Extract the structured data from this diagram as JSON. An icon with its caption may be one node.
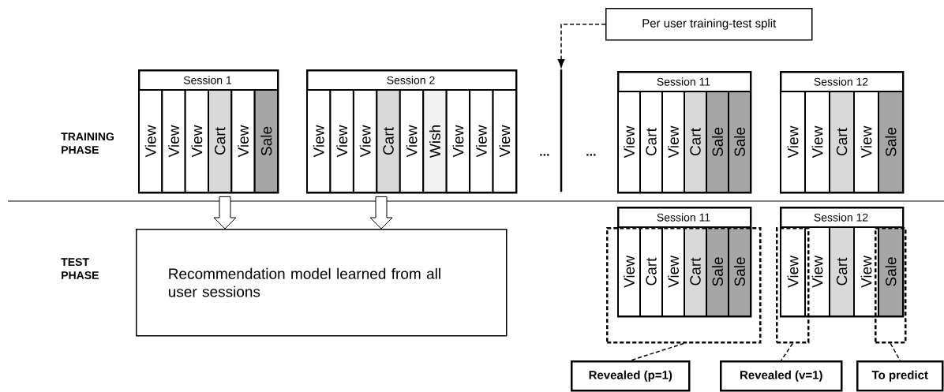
{
  "diagram": {
    "nodes": [
      {
        "text": [
          "Per user training-test split"
        ]
      },
      {
        "text": [],
        "shape": "bar"
      },
      {
        "text": [
          "Session 1"
        ]
      },
      {
        "text": [
          "View"
        ],
        "in": 2
      },
      {
        "text": [
          "View"
        ],
        "in": 2
      },
      {
        "text": [
          "View"
        ],
        "in": 2
      },
      {
        "text": [
          "Cart"
        ],
        "in": 2
      },
      {
        "text": [
          "View"
        ],
        "in": 2
      },
      {
        "text": [
          "Sale"
        ],
        "in": 2
      },
      {
        "text": [
          "Session 2"
        ]
      },
      {
        "text": [
          "View"
        ],
        "in": 9
      },
      {
        "text": [
          "View"
        ],
        "in": 9
      },
      {
        "text": [
          "View"
        ],
        "in": 9
      },
      {
        "text": [
          "Cart"
        ],
        "in": 9
      },
      {
        "text": [
          "View"
        ],
        "in": 9
      },
      {
        "text": [
          "Wish"
        ],
        "in": 9
      },
      {
        "text": [
          "View"
        ],
        "in": 9
      },
      {
        "text": [
          "View"
        ],
        "in": 9
      },
      {
        "text": [
          "View"
        ],
        "in": 9
      },
      {
        "text": [
          "Session 11"
        ]
      },
      {
        "text": [
          "View"
        ],
        "in": 19
      },
      {
        "text": [
          "Cart"
        ],
        "in": 19
      },
      {
        "text": [
          "View"
        ],
        "in": 19
      },
      {
        "text": [
          "Cart"
        ],
        "in": 19
      },
      {
        "text": [
          "Sale"
        ],
        "in": 19
      },
      {
        "text": [
          "Sale"
        ],
        "in": 19
      },
      {
        "text": [
          "Session 12"
        ]
      },
      {
        "text": [
          "View"
        ],
        "in": 26
      },
      {
        "text": [
          "View"
        ],
        "in": 26
      },
      {
        "text": [
          "Cart"
        ],
        "in": 26
      },
      {
        "text": [
          "View"
        ],
        "in": 26
      },
      {
        "text": [
          "Sale"
        ],
        "in": 26
      },
      {
        "text": [
          "Recommendation model learned from all user sessions"
        ]
      },
      {
        "text": [
          "Session 11"
        ]
      },
      {
        "text": [
          "View"
        ],
        "in": 33
      },
      {
        "text": [
          "Cart"
        ],
        "in": 33
      },
      {
        "text": [
          "View"
        ],
        "in": 33
      },
      {
        "text": [
          "Cart"
        ],
        "in": 33
      },
      {
        "text": [
          "Sale"
        ],
        "in": 33
      },
      {
        "text": [
          "Sale"
        ],
        "in": 33
      },
      {
        "text": [
          "Session 12"
        ]
      },
      {
        "text": [
          "View"
        ]
      },
      {
        "text": [
          "View"
        ],
        "in": 40
      },
      {
        "text": [
          "Cart"
        ],
        "in": 40
      },
      {
        "text": [
          "View"
        ],
        "in": 40
      },
      {
        "text": [
          "Sale"
        ]
      },
      {
        "text": [],
        "shape": "box"
      },
      {
        "text": [],
        "shape": "box"
      },
      {
        "text": [],
        "shape": "box"
      },
      {
        "text": [
          "Revealed (p=1)"
        ]
      },
      {
        "text": [
          "Revealed (v=1)"
        ]
      },
      {
        "text": [
          "To predict"
        ]
      }
    ],
    "edges": [
      {
        "from": 0,
        "to": 1,
        "arrow": "to",
        "style": "dashed"
      },
      {
        "from": 2,
        "to": 32,
        "arrow": "to"
      },
      {
        "from": 9,
        "to": 32,
        "arrow": "to"
      },
      {
        "from": 46,
        "to": 49,
        "arrow": "none",
        "style": "dashed"
      },
      {
        "from": 47,
        "to": 50,
        "arrow": "none",
        "style": "dashed"
      },
      {
        "from": 48,
        "to": 51,
        "arrow": "none",
        "style": "dashed"
      }
    ],
    "labels": [
      "TRAINING PHASE",
      "...",
      "...",
      "TEST PHASE"
    ]
  }
}
